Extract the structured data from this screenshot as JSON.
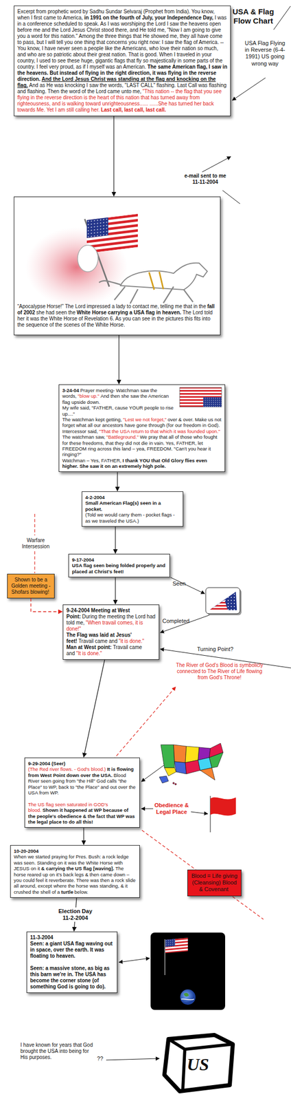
{
  "diagram": {
    "title": "USA & Flag Flow Chart",
    "nodes": [
      {
        "text": [
          "Excerpt from prophetic word by Sadhu Sundar Selvaraj (Prophet from India). You know, when I first came to America,",
          "in 1991 on the fourth of July, your Independence Day,",
          "I was in a conference scheduled to speak. As I was worshiping the Lord I saw the heavens open before me and the Lord Jesus Christ stood there, and He told me, \"Now I am going to give you a word for this nation.\" Among the three things that He showed me, they all have come to pass, but I will tell you one thing that concerns you right now: I saw the flag of America. -- You know, I have never seen a people like the Americans, who love their nation so much, and who are so patriotic about their great nation. That is good. When I traveled in your country, I used to see these huge, gigantic flags that fly so majestically in some parts of the country. I feel very proud, as if I myself was an American.",
          "The same American flag, I saw in the heavens. But instead of flying in the right direction, it was flying in the reverse direction.",
          "And the Lord Jesus Christ was standing at the flag and knocking on the flag.",
          "And as He was knocking I saw the words, \"LAST CALL\" flashing. Last Call was flashing and flashing. Then the word of the Lord came unto me,",
          "\"This nation -- the flag that you see flying in the reverse direction is the heart of this nation that has turned away from righteousness, and is walking toward unrighteousness...... ......She has turned her back towards Me. Yet I am still calling her.",
          "Last call, last call, last call."
        ]
      },
      {
        "text": [
          "“Apocalypse Horse!” The Lord impressed a lady to contact me, telling me that in the",
          "fall of 2002",
          "she had seen the",
          "White Horse carrying a USA flag in heaven.",
          "The Lord told her it was the White Horse of Revelation 6. As you can see in the pictures this fits into the sequence of the scenes of the White Horse."
        ]
      },
      {
        "text": [
          "3-24-04",
          "Prayer meeting- Watchman saw the words,",
          "\"blow up.\"",
          "And then she saw the American flag upside down.",
          "My wife said, \"FATHER, cause YOUR people to rise up....\"",
          "The watchman kept getting,",
          "\"Lest we not forget,\"",
          "over & over. Make us not forget what all our ancestors have gone through (for our freedom in God).",
          "Intercessor said,",
          "\"That the USA return to that which it was founded upon.\"",
          "The watchman saw,",
          "\"Battleground.\"",
          "We pray that all of those who fought for these freedoms, that they did not die in vain. Yes, FATHER, let FREEDOM ring across this land – yea, FREEDOM. \"Can't you hear it ringing?\"",
          "Watchman – Yes, FATHER,",
          "I thank YOU that Old Glory flies even higher. She saw it on an extremely high pole."
        ]
      },
      {
        "text": [
          "4-2-2004",
          "Small American Flag(s) seen in a pocket.",
          "(Told we would carry them - pocket flags - as we traveled the USA.)"
        ]
      },
      {
        "text": [
          "9-17-2004",
          "USA flag seen being folded properly and placed at Christ's feet!"
        ]
      },
      {
        "text": [
          "Shown to be a Golden meeting - Shofars blowing!"
        ]
      },
      {
        "text": [
          "9-24-2004 Meeting at West Point:",
          "During the meeting the Lord had told me,",
          "\"When travail comes, it is done!\"",
          "The Flag was laid at Jesus' feet!",
          "Travail came and",
          "\"it is done.\"",
          "Man at West point:",
          "Travail came and",
          "\"It is done.\""
        ]
      },
      {
        "text": [
          "9-29-2004 (Seer)",
          "(The Red river flows. - God's blood.)",
          "It is flowing from West Point down over the USA.",
          "Blood River seen going from \"the Hill\" God calls \"the Place\" to WP, back to \"the Place\" and out over the USA from WP.",
          "The US flag seen saturated in GOD's blood.",
          "Shown it happened at WP because of the people's obedience & the fact that WP was the legal place to do all this!"
        ]
      },
      {
        "text": [
          "10-20-2004",
          "When we started praying for Pres. Bush: a rock ledge was seen. Standing on it was the White Horse with JESUS on it",
          "& carrying the US flag [waving].",
          "The horse reared up on it's back legs & then came down – you could feel it reverberate. There was then a rock slide all around, except where the horse was standing, & it crushed the shell of a",
          "turtle",
          "below."
        ]
      },
      {
        "text": [
          "Blood = Life giving (Cleansing) Blood & Covenant"
        ]
      },
      {
        "text": [
          "11-3-2004",
          "Seen: a giant USA flag waving out in space, over the earth. It was floating to heaven.",
          "Seen: a massive stone, as big as this barn we're in. The USA has become the corner stone (of something God is going to do)."
        ]
      }
    ],
    "edges": [
      {
        "from": 0,
        "to": 1,
        "arrow": "to"
      },
      {
        "from": 1,
        "to": 2,
        "arrow": "to"
      },
      {
        "from": 2,
        "to": 3,
        "arrow": "to"
      },
      {
        "from": 3,
        "to": 4,
        "arrow": "to"
      },
      {
        "from": 4,
        "to": 6,
        "arrow": "to"
      },
      {
        "from": 5,
        "to": 6,
        "arrow": "to"
      },
      {
        "from": 6,
        "to": 7,
        "arrow": "to"
      },
      {
        "from": 7,
        "to": 8,
        "arrow": "to"
      },
      {
        "from": 8,
        "to": 10,
        "label": "Election Day 11-2-2004",
        "arrow": "to"
      }
    ],
    "labels": [
      "USA Flag Flying in Reverse (6-4-1991) US going wrong way",
      "e-mail sent to me 11-11-2004",
      "Warfare Intersession",
      "Seen",
      "Completed",
      "Turning Point?",
      "The River of God's Blood is symbolicly connected to The River of Life flowing from God's Throne!",
      "Obedience & Legal Place",
      "I have known for years that God brought the USA into being for His purposes.",
      "??",
      "US"
    ]
  }
}
